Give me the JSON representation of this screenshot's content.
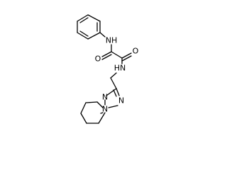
{
  "atoms": {
    "amide_n_top": "NH",
    "carbonyl_o_left": "O",
    "carbonyl_o_right": "O",
    "amide_n_bottom": "HN",
    "ring_n_fused": "N",
    "ring_n_right": "N",
    "ring_n_bottom": "N"
  }
}
